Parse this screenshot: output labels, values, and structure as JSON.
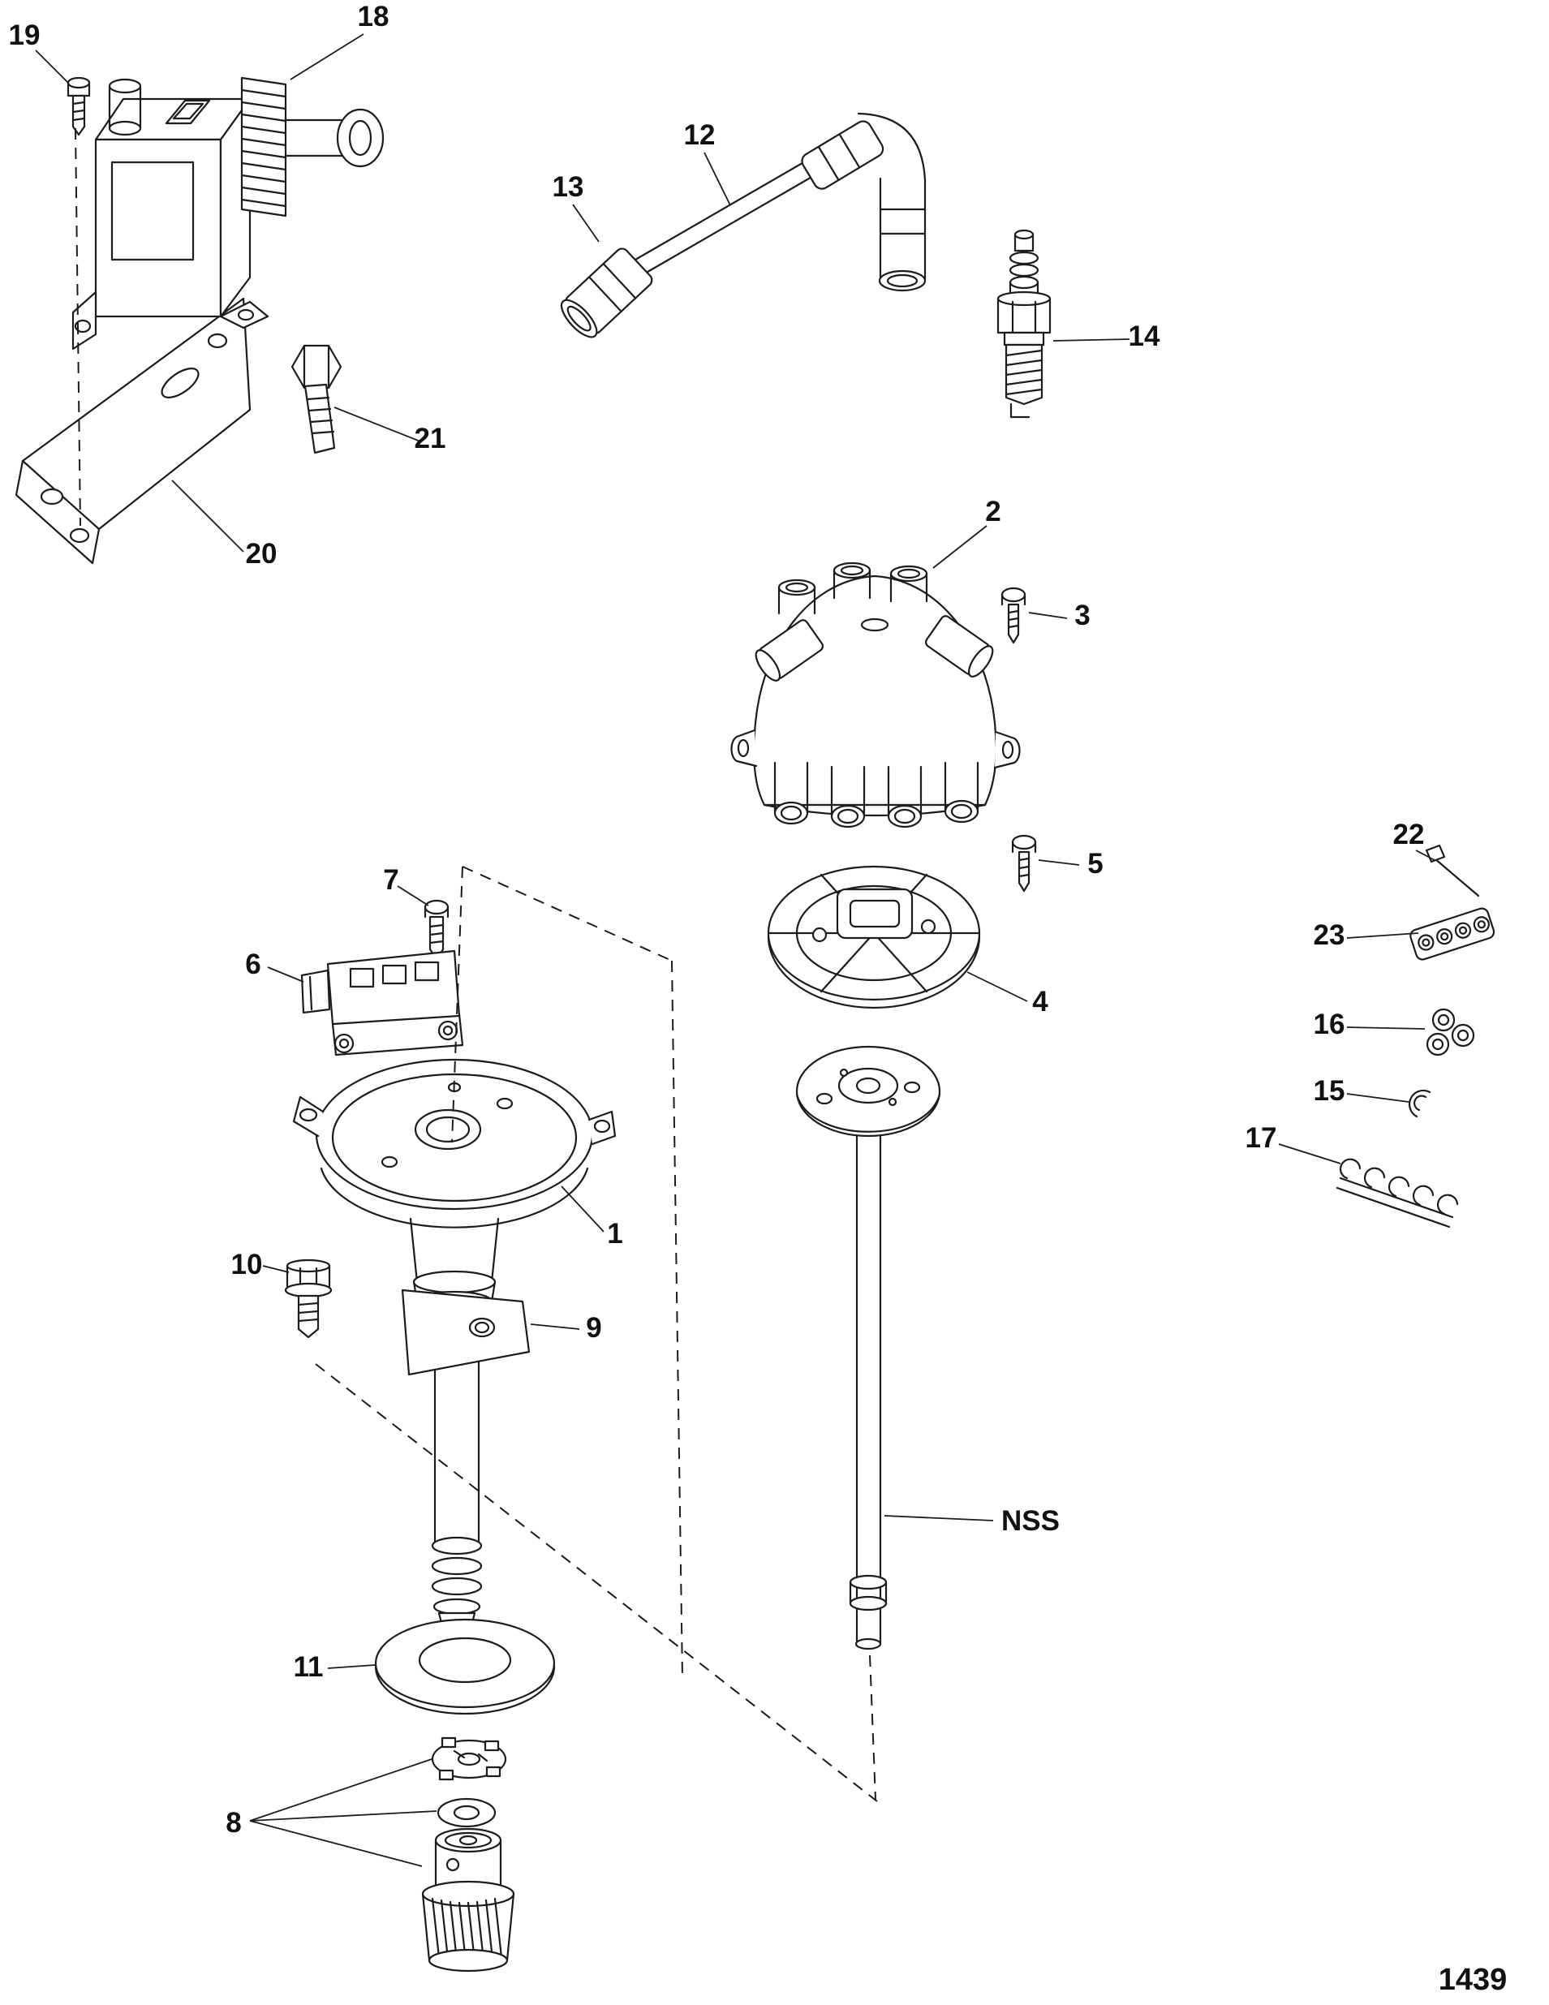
{
  "page": {
    "number": "1439"
  },
  "callouts": {
    "c1": "1",
    "c2": "2",
    "c3": "3",
    "c4": "4",
    "c5": "5",
    "c6": "6",
    "c7": "7",
    "c8": "8",
    "c9": "9",
    "c10": "10",
    "c11": "11",
    "c12": "12",
    "c13": "13",
    "c14": "14",
    "c15": "15",
    "c16": "16",
    "c17": "17",
    "c18": "18",
    "c19": "19",
    "c20": "20",
    "c21": "21",
    "c22": "22",
    "c23": "23",
    "nss": "NSS"
  }
}
